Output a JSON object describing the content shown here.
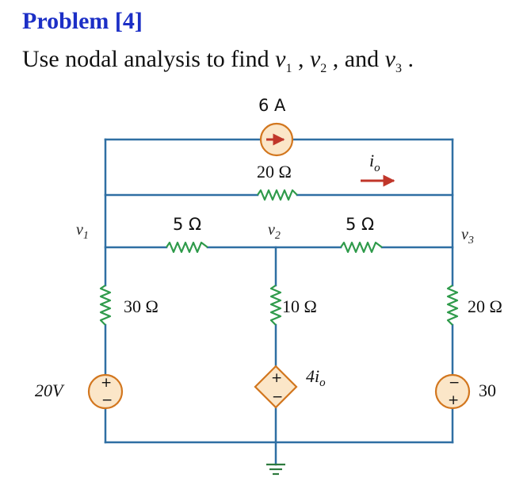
{
  "header": {
    "title": "Problem [4]",
    "statement_prefix": "Use nodal analysis to find ",
    "v1_var": "v",
    "v1_sub": "1",
    "sep1": " , ",
    "v2_var": "v",
    "v2_sub": "2",
    "sep2": " , and ",
    "v3_var": "v",
    "v3_sub": "3",
    "end": " ."
  },
  "circuit": {
    "current_source_label": "6 A",
    "r_top_label": "20 Ω",
    "io_label": "i",
    "io_sub": "o",
    "r12_label": "5 Ω",
    "r23_label": "5 Ω",
    "v1_node": "v",
    "v1_sub": "1",
    "v2_node": "v",
    "v2_sub": "2",
    "v3_node": "v",
    "v3_sub": "3",
    "r1_label": "30 Ω",
    "r2_label": "10 Ω",
    "r3_label": "20 Ω",
    "vsrc1_label": "20V",
    "dep_src_coef": "4i",
    "dep_src_sub": "o",
    "vsrc3_label": "30",
    "plus": "+",
    "minus": "−",
    "colors": {
      "title": "#1c2fc6",
      "wire": "#2f6fa3",
      "resistor": "#2e9a4a",
      "source_fill": "#fbe6c8",
      "source_stroke": "#d2761e",
      "arrow": "#c0362a"
    }
  }
}
